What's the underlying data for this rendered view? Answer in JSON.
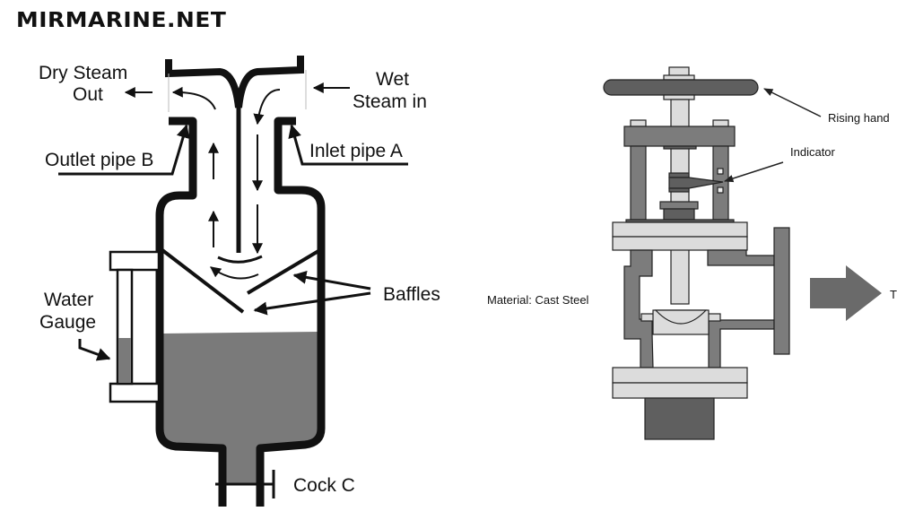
{
  "brand": {
    "logo_text": "MIRMARINE.NET"
  },
  "separator_diagram": {
    "title": "Steam Separator",
    "labels": {
      "dry_steam_out_line1": "Dry Steam",
      "dry_steam_out_line2": "Out",
      "wet_steam_in_line1": "Wet",
      "wet_steam_in_line2": "Steam in",
      "outlet_pipe": "Outlet pipe B",
      "inlet_pipe": "Inlet pipe A",
      "water_gauge_line1": "Water",
      "water_gauge_line2": "Gauge",
      "baffles": "Baffles",
      "cock": "Cock C"
    },
    "colors": {
      "outline": "#111111",
      "water": "#7a7a7a",
      "background": "#ffffff"
    }
  },
  "valve_diagram": {
    "labels": {
      "rising_handwheel": "Rising hand",
      "indicator": "Indicator",
      "material": "Material: Cast Steel",
      "flow_arrow_text": "T"
    },
    "colors": {
      "dark_part": "#5f5f5f",
      "light_part": "#dcdcdc",
      "mid_part": "#7c7c7c",
      "outline": "#222222"
    }
  }
}
